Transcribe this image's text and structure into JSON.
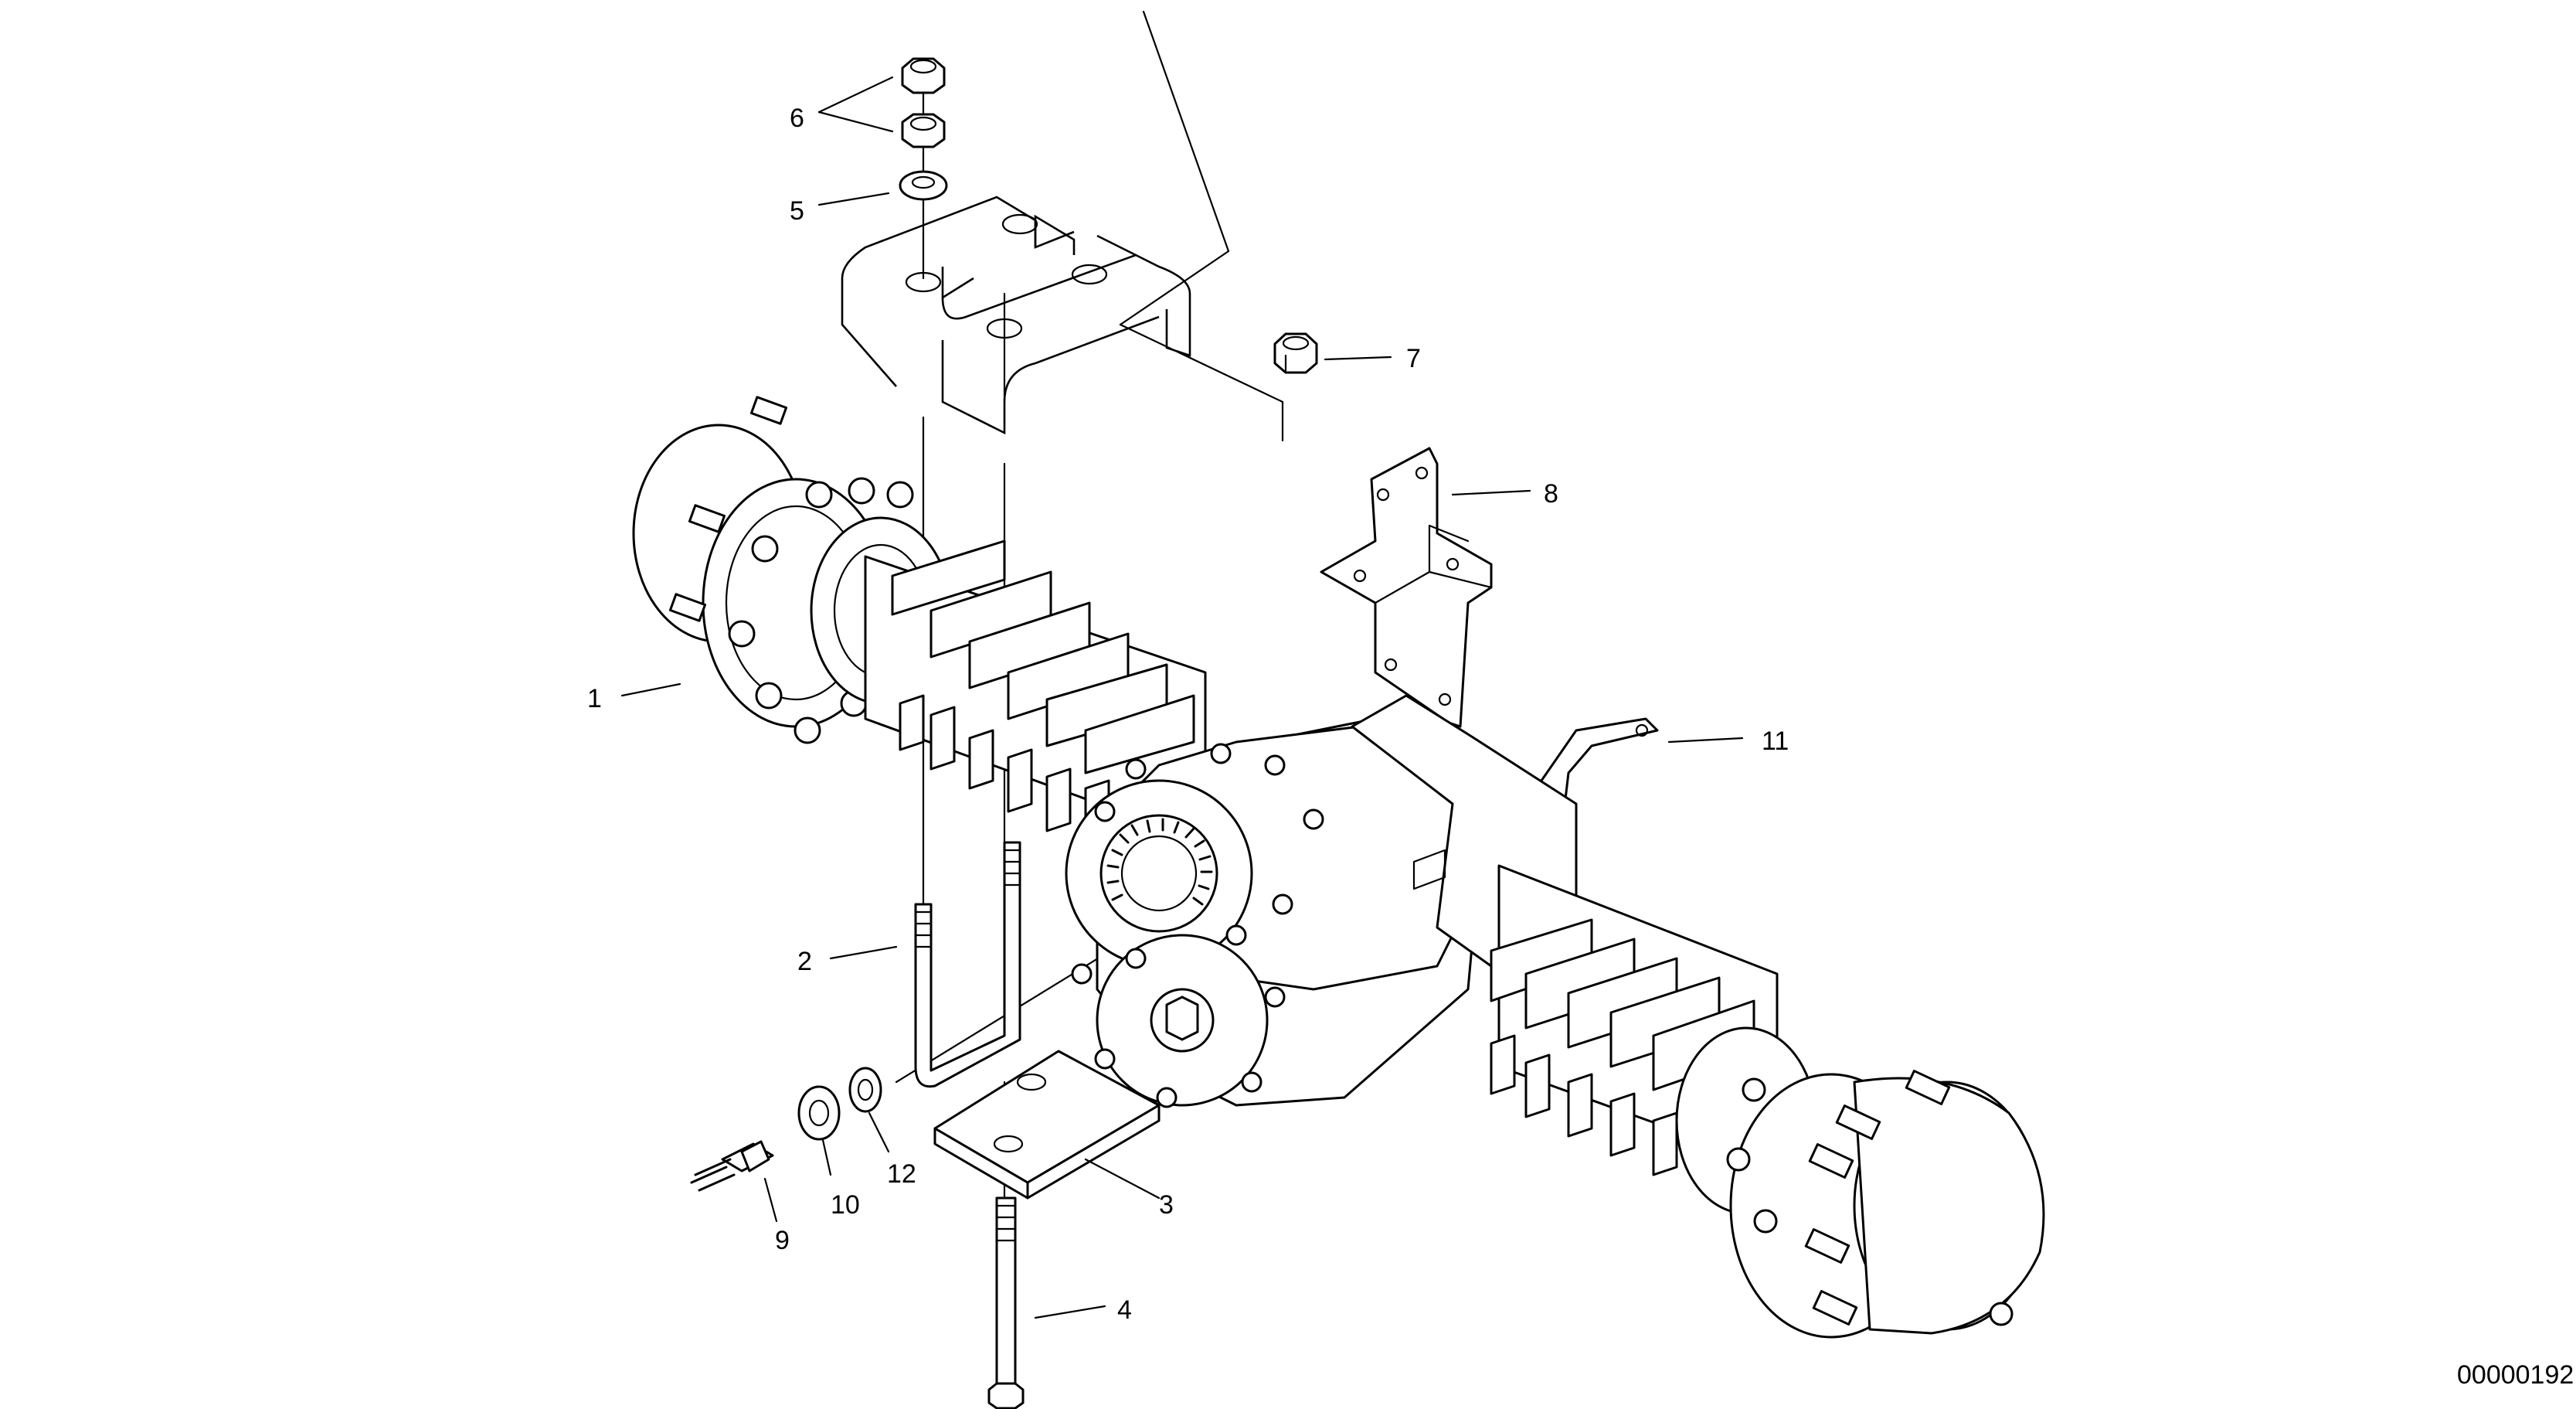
{
  "diagram": {
    "drawing_number": "00000192",
    "callouts": [
      {
        "id": "callout-1",
        "text": "1"
      },
      {
        "id": "callout-2",
        "text": "2"
      },
      {
        "id": "callout-3",
        "text": "3"
      },
      {
        "id": "callout-4",
        "text": "4"
      },
      {
        "id": "callout-5",
        "text": "5"
      },
      {
        "id": "callout-6",
        "text": "6"
      },
      {
        "id": "callout-7",
        "text": "7"
      },
      {
        "id": "callout-8",
        "text": "8"
      },
      {
        "id": "callout-9",
        "text": "9"
      },
      {
        "id": "callout-10",
        "text": "10"
      },
      {
        "id": "callout-11",
        "text": "11"
      },
      {
        "id": "callout-12",
        "text": "12"
      }
    ]
  }
}
